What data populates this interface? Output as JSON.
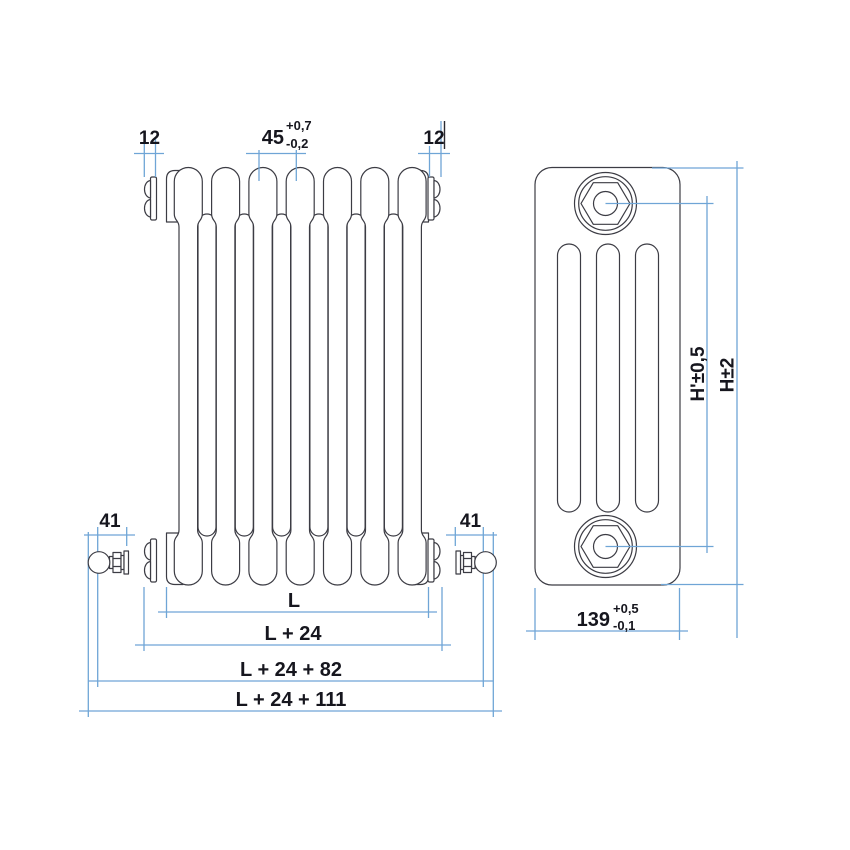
{
  "drawing": {
    "subject": "tubular column radiator technical drawing, front and side views",
    "front_view": {
      "sections": 7,
      "dims": {
        "tab_left": "12",
        "tab_right": "12",
        "pitch": "45",
        "pitch_tol_plus": "+0,7",
        "pitch_tol_minus": "-0,2",
        "valve_left": "41",
        "valve_right": "41",
        "length": "L",
        "length_tabs": "L + 24",
        "length_valves": "L + 24 + 82",
        "length_overall": "L + 24 + 111"
      }
    },
    "side_view": {
      "slots": 3,
      "dims": {
        "height_centers": "H'±0,5",
        "height_overall": "H±2",
        "depth": "139",
        "depth_tol_plus": "+0,5",
        "depth_tol_minus": "-0,1"
      }
    },
    "colors": {
      "outline": "#3C3C44",
      "dimension": "#6FA5D6",
      "text": "#16161E",
      "background": "#FFFFFF"
    }
  }
}
